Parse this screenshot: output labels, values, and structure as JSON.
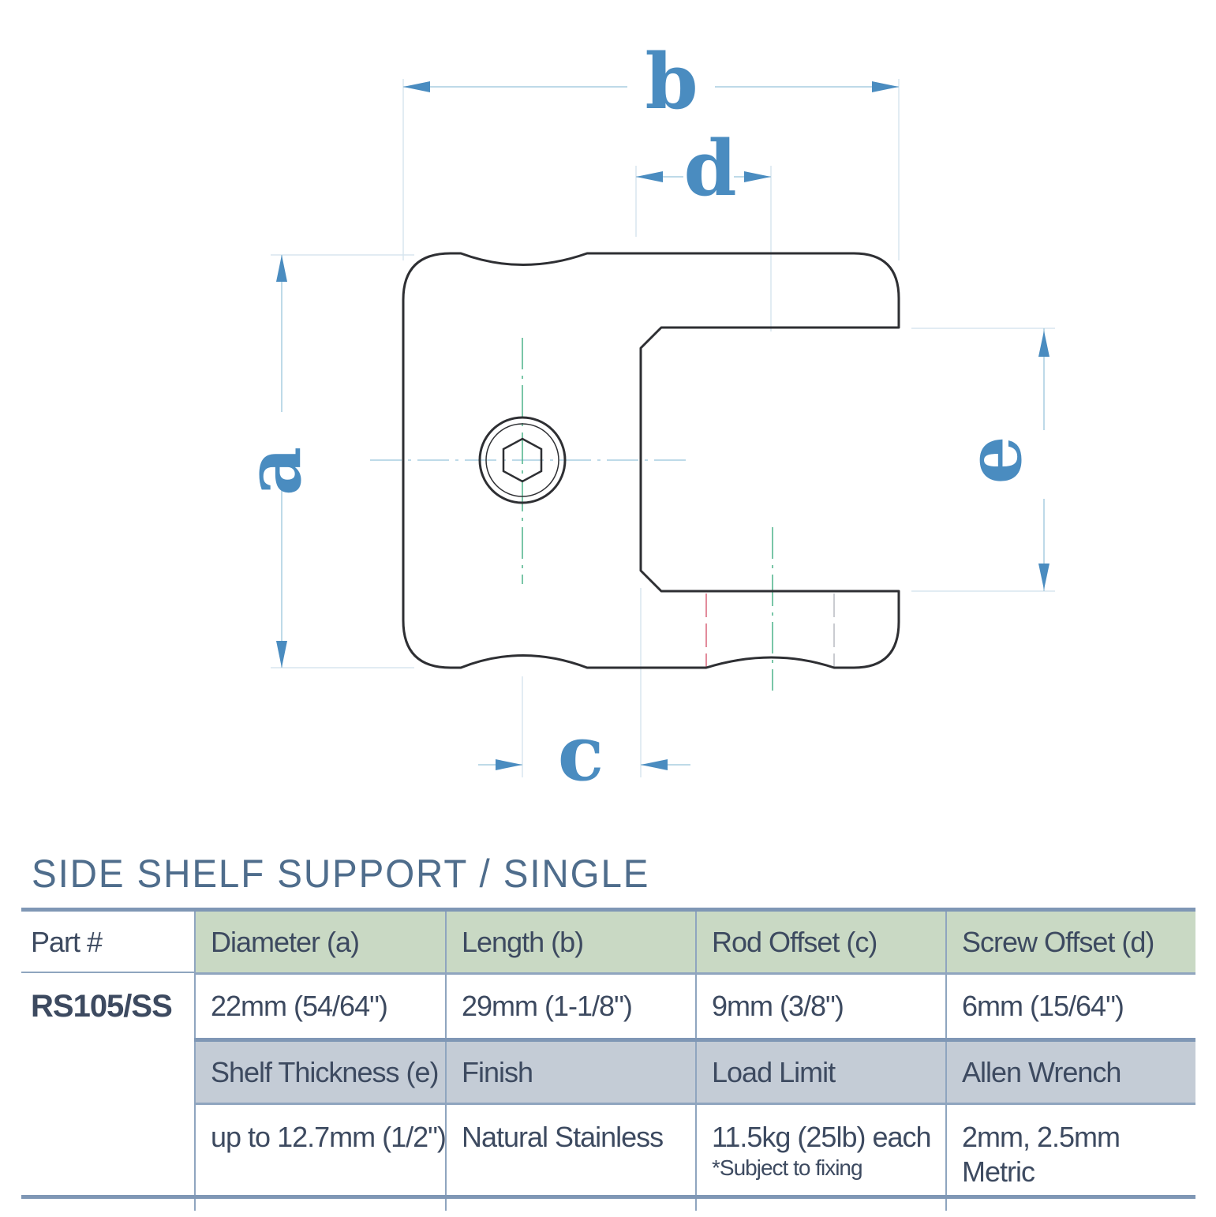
{
  "drawing": {
    "dimension_labels": {
      "a": "a",
      "b": "b",
      "c": "c",
      "d": "d",
      "e": "e"
    },
    "colors": {
      "dimension": "#4a8cc0",
      "extension_line": "#d3e2ee",
      "outline": "#2e2f33",
      "centerline": "#4db38a",
      "hidden_red": "#d9657a",
      "hidden_gray": "#b8bcc2"
    }
  },
  "product": {
    "title": "SIDE SHELF SUPPORT / SINGLE"
  },
  "table": {
    "part_header": "Part #",
    "part_number": "RS105/SS",
    "row1_headers": [
      "Diameter (a)",
      "Length (b)",
      "Rod Offset (c)",
      "Screw Offset (d)"
    ],
    "row1_values": [
      "22mm (54/64\")",
      "29mm (1-1/8\")",
      "9mm (3/8\")",
      "6mm (15/64\")"
    ],
    "row2_headers": [
      "Shelf Thickness (e)",
      "Finish",
      "Load Limit",
      "Allen Wrench"
    ],
    "row2_values": [
      "up to 12.7mm (1/2\")",
      "Natural Stainless",
      "11.5kg (25lb) each",
      "2mm, 2.5mm"
    ],
    "row2_notes": [
      "",
      "",
      "*Subject to fixing",
      "Metric"
    ],
    "colors": {
      "header_green": "#c9d9c4",
      "header_gray": "#c4ccd6",
      "rule": "#7f97b5",
      "text": "#3d4a60",
      "title": "#4f6d8c"
    }
  }
}
